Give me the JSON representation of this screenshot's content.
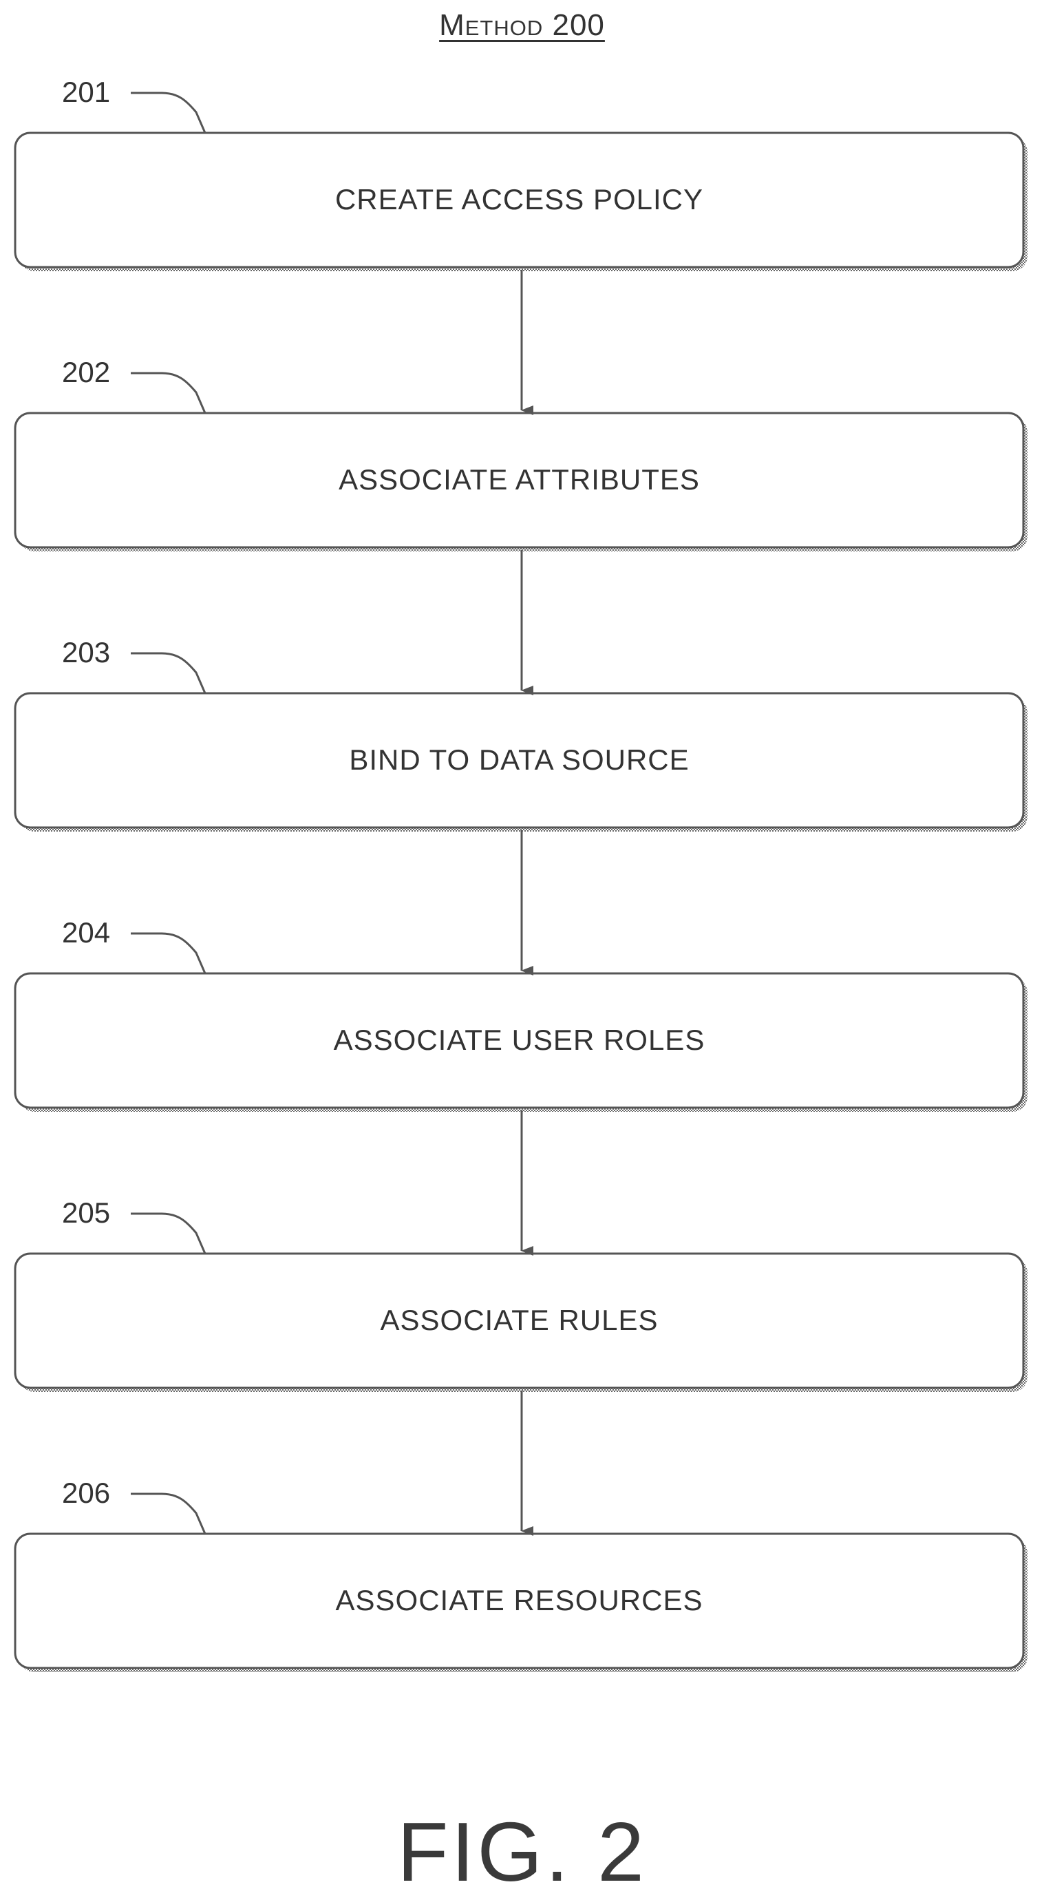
{
  "header": {
    "title": "Method 200"
  },
  "steps": [
    {
      "ref": "201",
      "label": "CREATE ACCESS POLICY"
    },
    {
      "ref": "202",
      "label": "ASSOCIATE ATTRIBUTES"
    },
    {
      "ref": "203",
      "label": "BIND TO DATA SOURCE"
    },
    {
      "ref": "204",
      "label": "ASSOCIATE USER ROLES"
    },
    {
      "ref": "205",
      "label": "ASSOCIATE RULES"
    },
    {
      "ref": "206",
      "label": "ASSOCIATE RESOURCES"
    }
  ],
  "figure": {
    "caption": "FIG. 2"
  },
  "colors": {
    "stroke": "#555555",
    "shadow": "#6f6f6f",
    "text": "#333333"
  }
}
